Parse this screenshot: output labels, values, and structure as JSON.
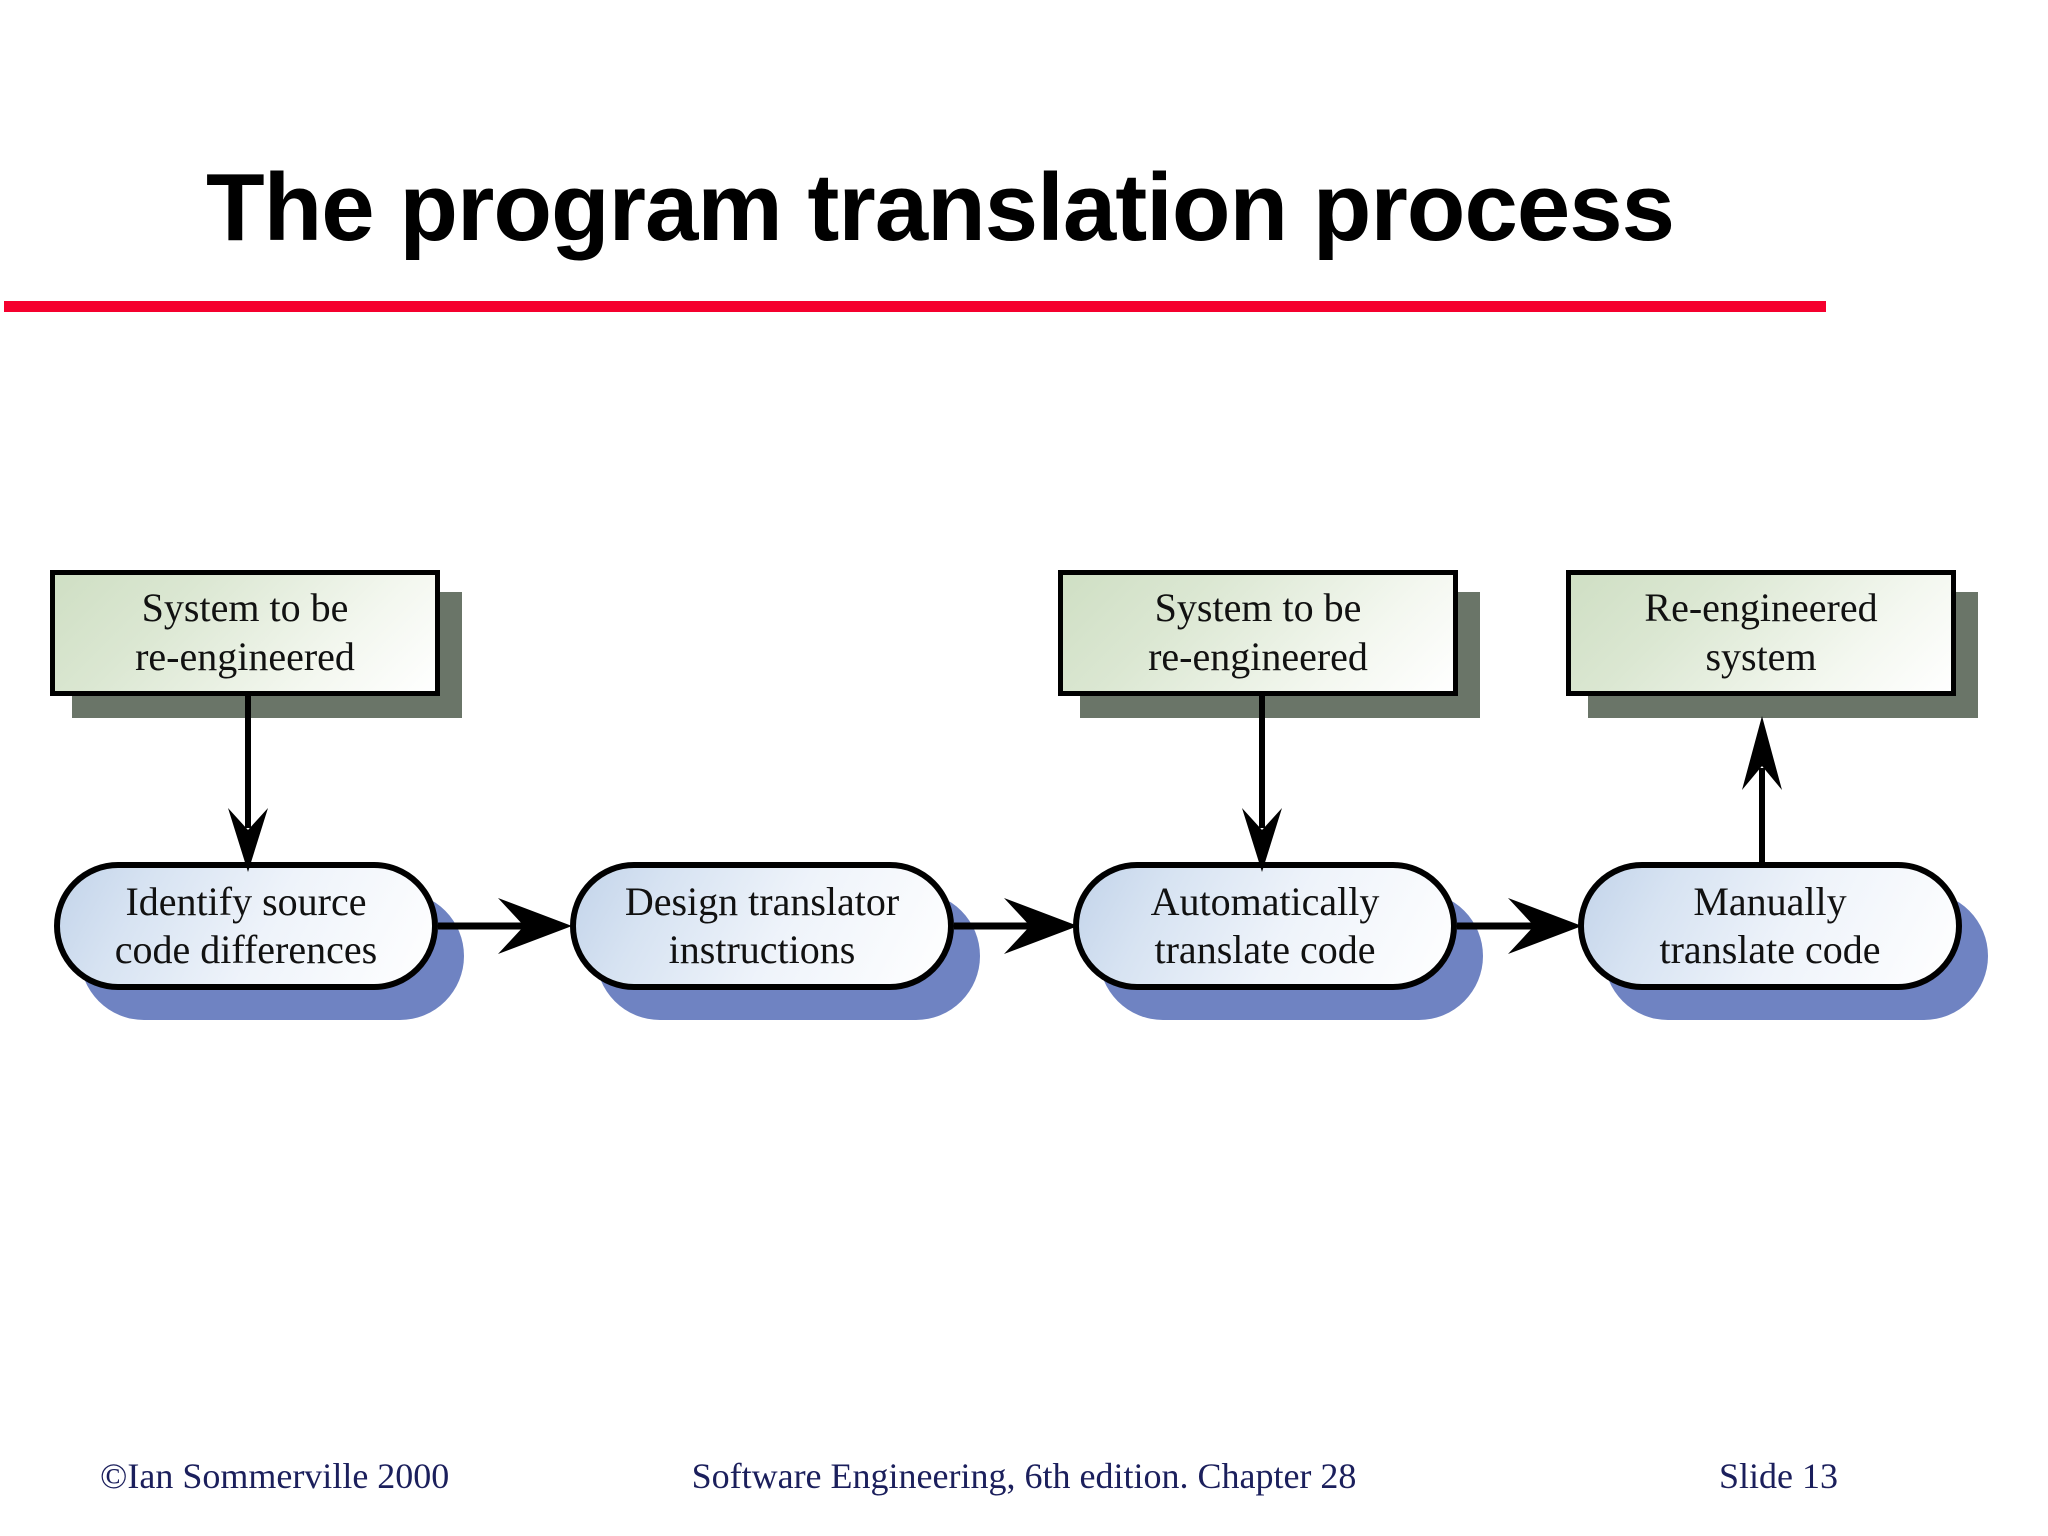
{
  "slide": {
    "title": "The program translation process",
    "accent_rule_color": "#f5002e",
    "background_color": "#ffffff"
  },
  "footer": {
    "copyright": "©Ian Sommerville 2000",
    "center": "Software Engineering, 6th edition. Chapter 28",
    "slide_number": "Slide 13",
    "text_color": "#1b1f5c"
  },
  "diagram": {
    "type": "flowchart",
    "source_box_fill": "#dbe7d2",
    "source_box_shadow": "#6a7568",
    "activity_box_fill": "#dfe9f6",
    "activity_box_shadow": "#6f83c2",
    "border_color": "#000000",
    "source_boxes": [
      {
        "id": "src-1",
        "line1": "System to be",
        "line2": "re-engineered"
      },
      {
        "id": "src-2",
        "line1": "System to be",
        "line2": "re-engineered"
      },
      {
        "id": "src-3",
        "line1": "Re-engineered",
        "line2": "system"
      }
    ],
    "activity_boxes": [
      {
        "id": "act-1",
        "line1": "Identify source",
        "line2": "code differences"
      },
      {
        "id": "act-2",
        "line1": "Design translator",
        "line2": "instructions"
      },
      {
        "id": "act-3",
        "line1": "Automatically",
        "line2": "translate code"
      },
      {
        "id": "act-4",
        "line1": "Manually",
        "line2": "translate code"
      }
    ],
    "connections": [
      {
        "from": "src-1",
        "to": "act-1",
        "direction": "down"
      },
      {
        "from": "act-1",
        "to": "act-2",
        "direction": "right"
      },
      {
        "from": "act-2",
        "to": "act-3",
        "direction": "right"
      },
      {
        "from": "src-2",
        "to": "act-3",
        "direction": "down"
      },
      {
        "from": "act-3",
        "to": "act-4",
        "direction": "right"
      },
      {
        "from": "act-4",
        "to": "src-3",
        "direction": "up"
      }
    ]
  }
}
